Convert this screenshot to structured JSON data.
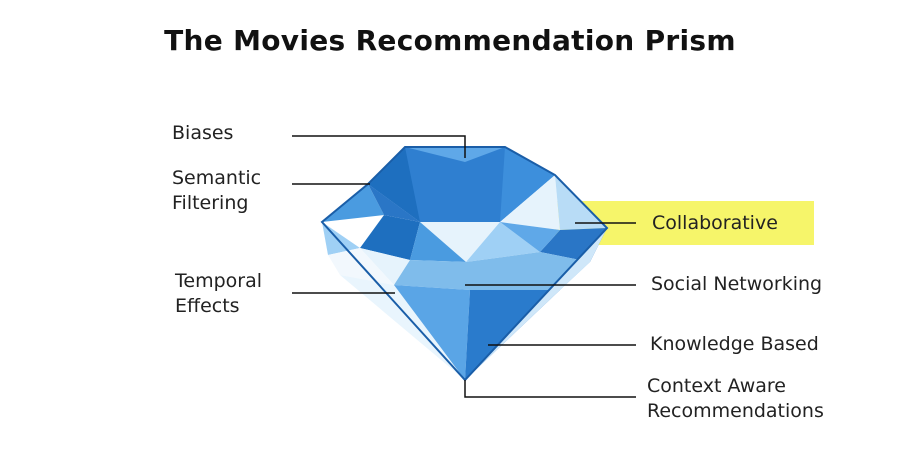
{
  "title": "The Movies Recommendation Prism",
  "labels": {
    "biases": "Biases",
    "semantic": "Semantic\nFiltering",
    "temporal": "Temporal\nEffects",
    "collaborative": "Collaborative",
    "social": "Social Networking",
    "knowledge": "Knowledge Based",
    "context": "Context Aware\nRecommendations"
  },
  "colors": {
    "highlight": "#f6f56a",
    "diamond_dark": "#1e6fbf",
    "diamond_mid": "#4a9be0",
    "diamond_light": "#9fd0f5",
    "diamond_pale": "#e6f3fc"
  }
}
